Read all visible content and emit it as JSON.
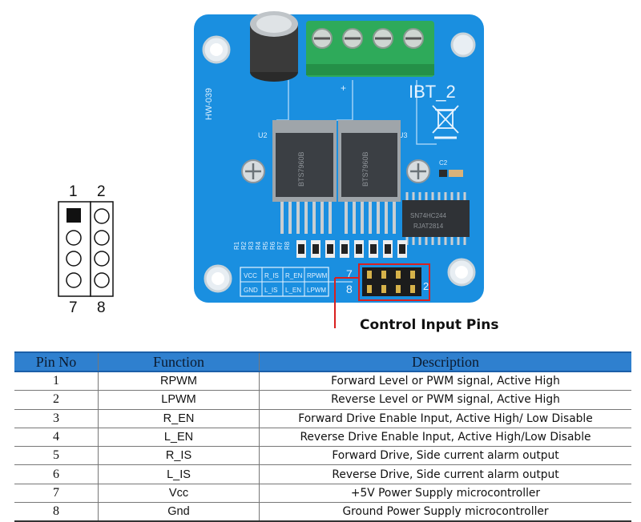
{
  "board": {
    "model_name": "IBT_2",
    "side_label": "HW-039",
    "chip_u2_label": "U2",
    "chip_u3_label": "U3",
    "mosfet_left_text": "BTS7960B",
    "mosfet_right_text": "BTS7960B",
    "ic_text_1": "SN74HC244",
    "ic_text_2": "RJAT2814",
    "resistor_labels": [
      "R1",
      "R2",
      "R3",
      "R4",
      "R5",
      "R6",
      "R7",
      "R8"
    ],
    "c2_label": "C2",
    "plus_label": "+",
    "header_top_number": "7",
    "header_bottom_number": "8",
    "header_right_number": "2",
    "silkscreen_top_row": [
      "VCC",
      "R_IS",
      "R_EN",
      "RPWM"
    ],
    "silkscreen_bottom_row": [
      "GND",
      "L_IS",
      "L_EN",
      "LPWM"
    ],
    "colors": {
      "pcb": "#1a8fe0",
      "terminal": "#2eaa5a",
      "callout": "#d9201f"
    }
  },
  "pin_diagram": {
    "label_1": "1",
    "label_2": "2",
    "label_7": "7",
    "label_8": "8"
  },
  "callout": {
    "label": "Control Input Pins"
  },
  "table": {
    "headers": [
      "Pin No",
      "Function",
      "Description"
    ],
    "rows": [
      {
        "pin": "1",
        "function": "RPWM",
        "description": "Forward Level or PWM signal, Active High"
      },
      {
        "pin": "2",
        "function": "LPWM",
        "description": "Reverse Level or PWM signal, Active High"
      },
      {
        "pin": "3",
        "function": "R_EN",
        "description": "Forward Drive Enable Input, Active High/ Low Disable"
      },
      {
        "pin": "4",
        "function": "L_EN",
        "description": "Reverse Drive Enable Input, Active High/Low Disable"
      },
      {
        "pin": "5",
        "function": "R_IS",
        "description": "Forward Drive, Side current alarm output"
      },
      {
        "pin": "6",
        "function": "L_IS",
        "description": "Reverse Drive, Side current alarm output"
      },
      {
        "pin": "7",
        "function": "Vcc",
        "description": "+5V Power Supply microcontroller"
      },
      {
        "pin": "8",
        "function": "Gnd",
        "description": "Ground Power Supply microcontroller"
      }
    ]
  }
}
